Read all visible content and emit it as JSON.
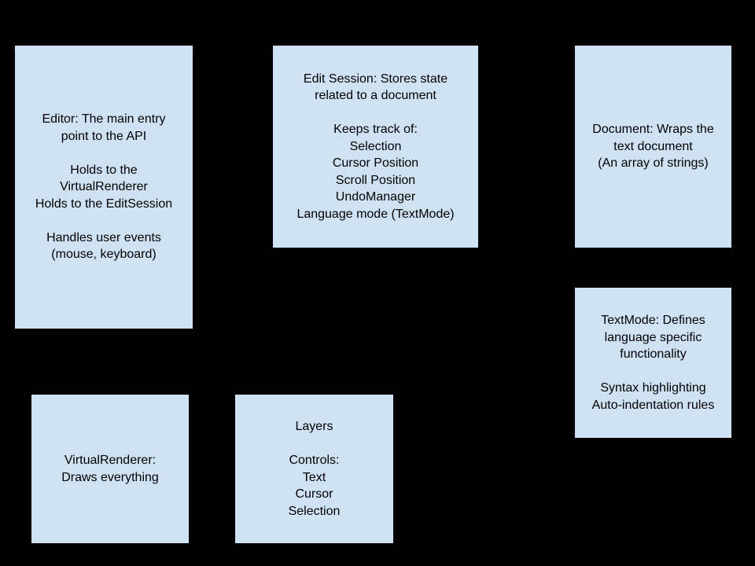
{
  "diagram": {
    "background_color": "#000000",
    "box_fill_color": "#cfe2f3",
    "box_border_color": "#000000",
    "text_color": "#000000",
    "boxes": {
      "editor": {
        "text": "Editor: The main entry\npoint to the API\n\nHolds to the\nVirtualRenderer\nHolds to the EditSession\n\nHandles user events\n(mouse, keyboard)"
      },
      "edit_session": {
        "text": "Edit Session: Stores state\nrelated to a document\n\nKeeps track of:\nSelection\nCursor Position\nScroll Position\nUndoManager\nLanguage mode (TextMode)"
      },
      "document": {
        "text": "Document: Wraps the\ntext document\n(An array of strings)"
      },
      "textmode": {
        "text": "TextMode: Defines\nlanguage specific\nfunctionality\n\nSyntax highlighting\nAuto-indentation rules"
      },
      "virtual_renderer": {
        "text": "VirtualRenderer:\nDraws everything"
      },
      "layers": {
        "text": "Layers\n\nControls:\nText\nCursor\nSelection"
      }
    }
  }
}
